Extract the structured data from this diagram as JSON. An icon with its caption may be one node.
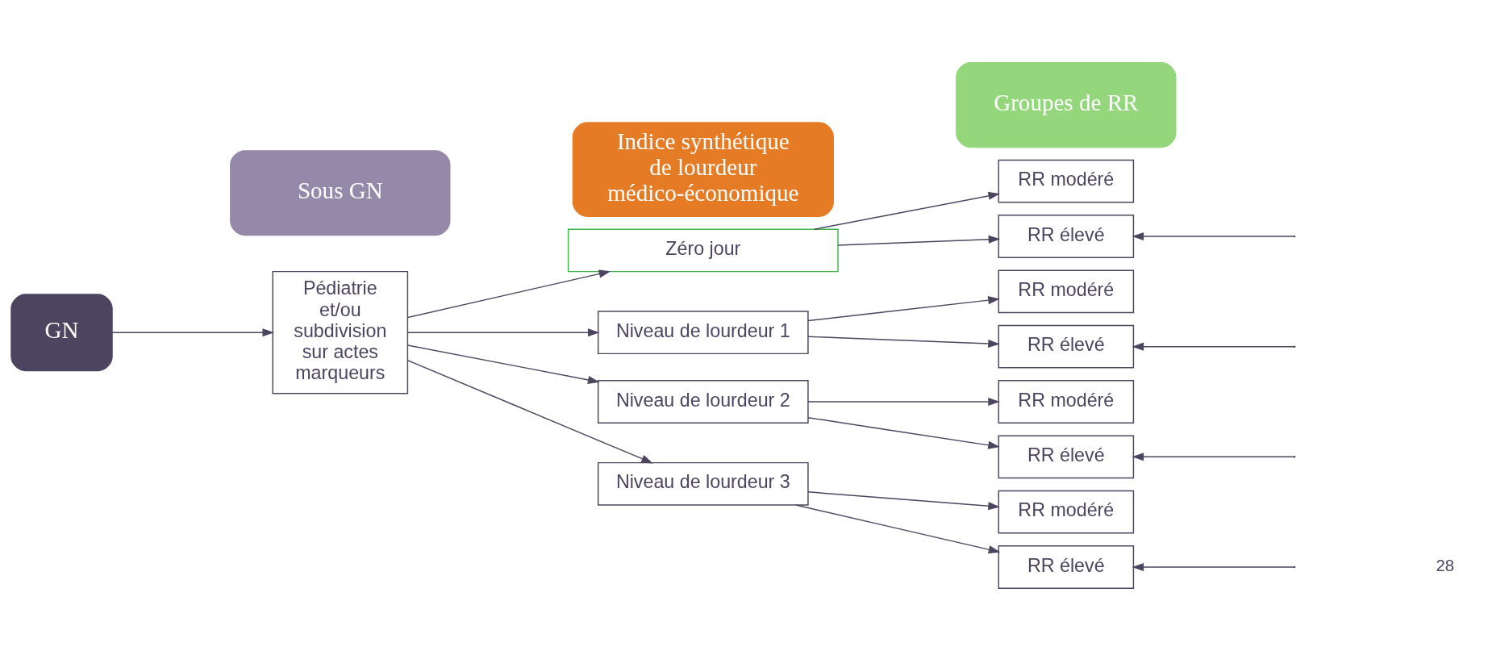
{
  "diagram": {
    "nodes": [
      {
        "text": [
          "Sous GN"
        ]
      },
      {
        "text": [
          "Indice synthétique de lourdeur médico-économique"
        ]
      },
      {
        "text": [
          "Groupes de RR"
        ]
      },
      {
        "text": [
          "GN"
        ]
      },
      {
        "text": [
          "Pédiatrie et/ou subdivision sur actes marqueurs"
        ]
      },
      {
        "text": [
          "Zéro jour"
        ]
      },
      {
        "text": [
          "Niveau de lourdeur 1"
        ]
      },
      {
        "text": [
          "Niveau de lourdeur 2"
        ]
      },
      {
        "text": [
          "Niveau de lourdeur 3"
        ]
      },
      {
        "text": [
          "RR modéré"
        ]
      },
      {
        "text": [
          "RR élevé"
        ]
      },
      {
        "text": [
          "RR modéré"
        ]
      },
      {
        "text": [
          "RR élevé"
        ]
      },
      {
        "text": [
          "RR modéré"
        ]
      },
      {
        "text": [
          "RR élevé"
        ]
      },
      {
        "text": [
          "RR modéré"
        ]
      },
      {
        "text": [
          "RR élevé"
        ]
      }
    ],
    "edges": [
      {
        "from": 3,
        "to": 4,
        "arrow": "to"
      },
      {
        "from": 4,
        "to": 5,
        "arrow": "to"
      },
      {
        "from": 4,
        "to": 6,
        "arrow": "to"
      },
      {
        "from": 4,
        "to": 7,
        "arrow": "to"
      },
      {
        "from": 4,
        "to": 8,
        "arrow": "to"
      },
      {
        "from": 5,
        "to": 9,
        "arrow": "to"
      },
      {
        "from": 5,
        "to": 10,
        "arrow": "to"
      },
      {
        "from": 6,
        "to": 11,
        "arrow": "to"
      },
      {
        "from": 6,
        "to": 12,
        "arrow": "to"
      },
      {
        "from": 7,
        "to": 13,
        "arrow": "to"
      },
      {
        "from": 7,
        "to": 14,
        "arrow": "to"
      },
      {
        "from": 8,
        "to": 15,
        "arrow": "to"
      },
      {
        "from": 8,
        "to": 16,
        "arrow": "to"
      },
      {
        "from": null,
        "to": 10,
        "arrow": "to"
      },
      {
        "from": null,
        "to": 12,
        "arrow": "to"
      },
      {
        "from": null,
        "to": 14,
        "arrow": "to"
      },
      {
        "from": null,
        "to": 16,
        "arrow": "to"
      }
    ],
    "labels": [
      "28"
    ]
  }
}
